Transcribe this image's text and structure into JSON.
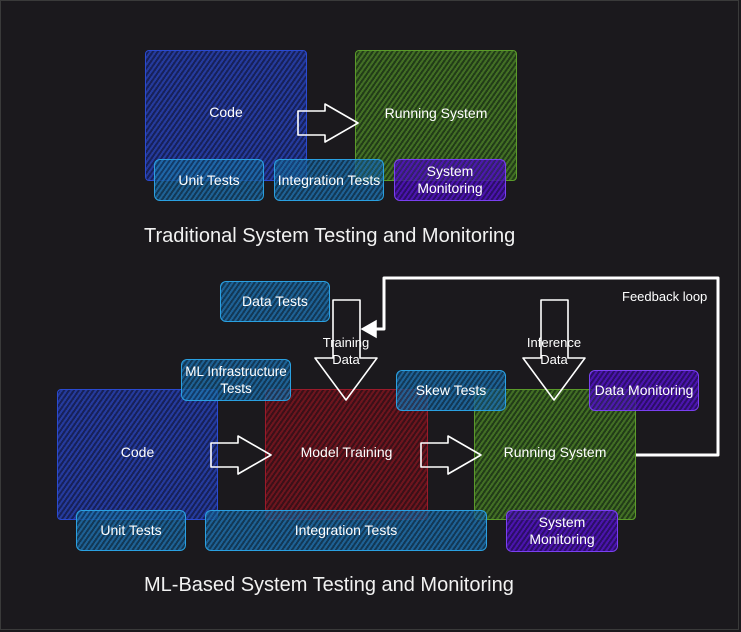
{
  "traditional": {
    "code": "Code",
    "running_system": "Running System",
    "unit_tests": "Unit Tests",
    "integration_tests": "Integration Tests",
    "system_monitoring": "System Monitoring",
    "caption": "Traditional System Testing and Monitoring"
  },
  "ml": {
    "data_tests": "Data Tests",
    "ml_infrastructure_tests": "ML Infrastructure Tests",
    "code": "Code",
    "model_training": "Model Training",
    "running_system": "Running System",
    "skew_tests": "Skew Tests",
    "data_monitoring": "Data Monitoring",
    "unit_tests": "Unit Tests",
    "integration_tests": "Integration Tests",
    "system_monitoring": "System Monitoring",
    "training_data": "Training Data",
    "inference_data": "Inference Data",
    "feedback_loop": "Feedback loop",
    "caption": "ML-Based System Testing and Monitoring"
  },
  "colors": {
    "background": "#1b191d",
    "code_blue": "#2a4ad0",
    "running_green": "#5a9a2a",
    "training_red": "#9a1a2a",
    "test_cyan": "#2aa0e0",
    "monitoring_purple": "#7a40f0"
  }
}
